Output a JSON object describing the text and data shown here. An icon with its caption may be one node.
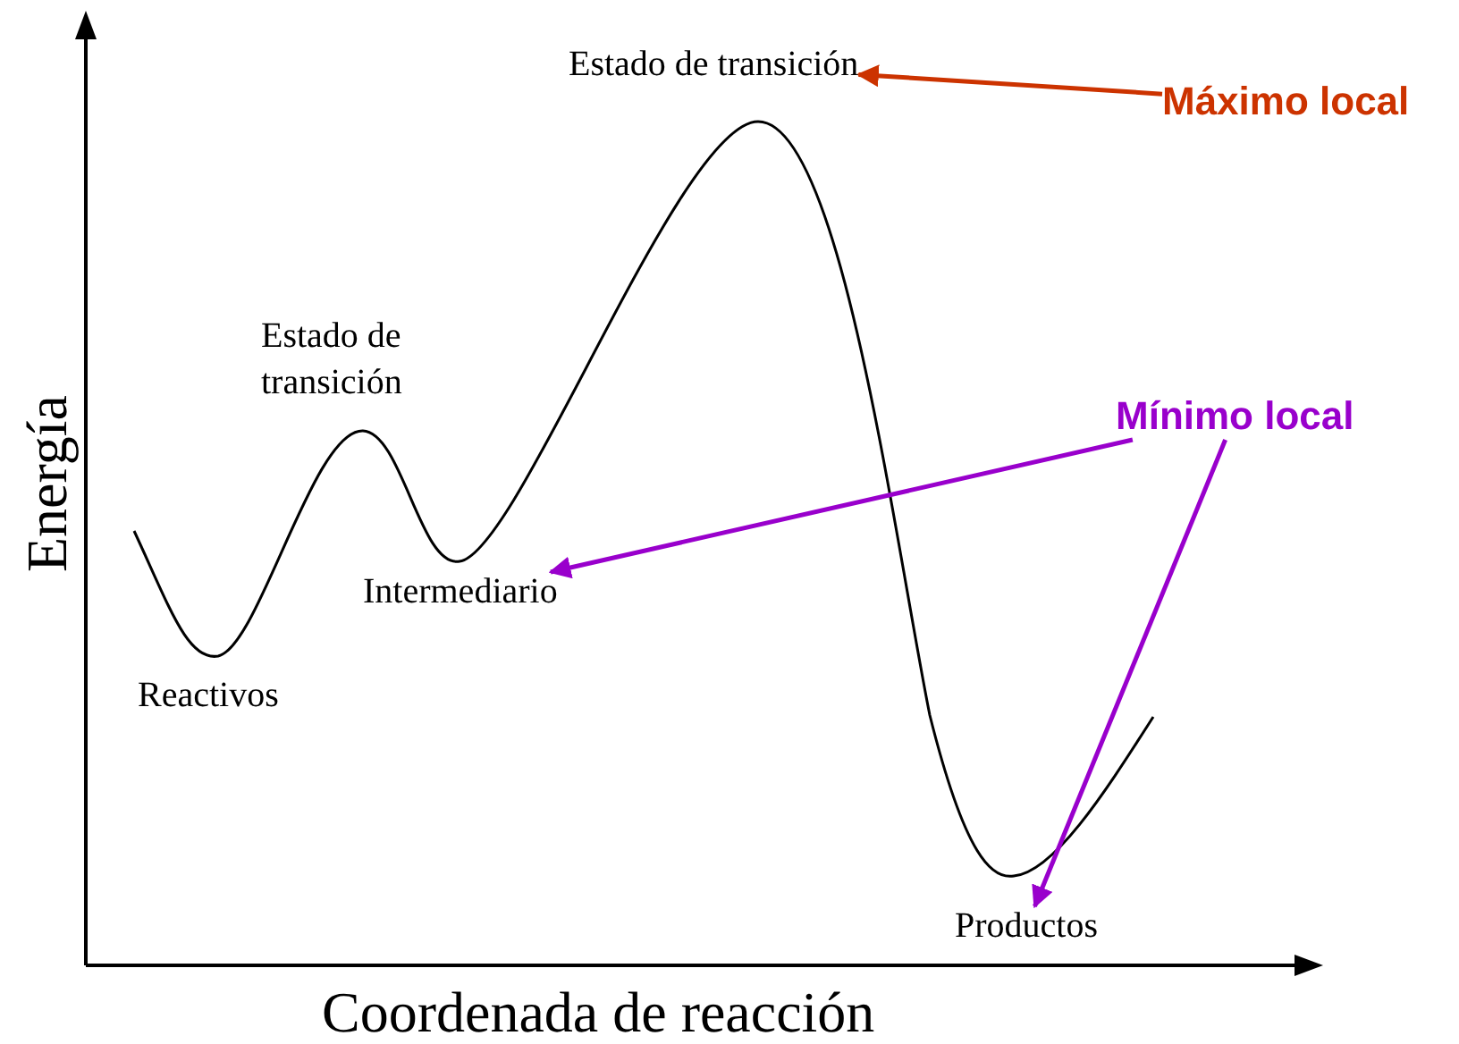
{
  "diagram": {
    "nodes": [
      {
        "text": [
          "Estado de transición"
        ]
      },
      {
        "text": [
          "Máximo local"
        ]
      },
      {
        "text": [
          "Mínimo local"
        ]
      },
      {
        "text": [
          "Intermediario"
        ]
      },
      {
        "text": [
          "Productos"
        ]
      }
    ],
    "edges": [
      {
        "from": 1,
        "to": 0,
        "arrow": "to",
        "color": "#cc3300"
      },
      {
        "from": 2,
        "to": 3,
        "arrow": "to"
      },
      {
        "from": 2,
        "to": 4,
        "arrow": "to"
      }
    ],
    "labels": [
      "Estado de transición",
      "Energía",
      "Reactivos",
      "Coordenada de reacción"
    ]
  }
}
